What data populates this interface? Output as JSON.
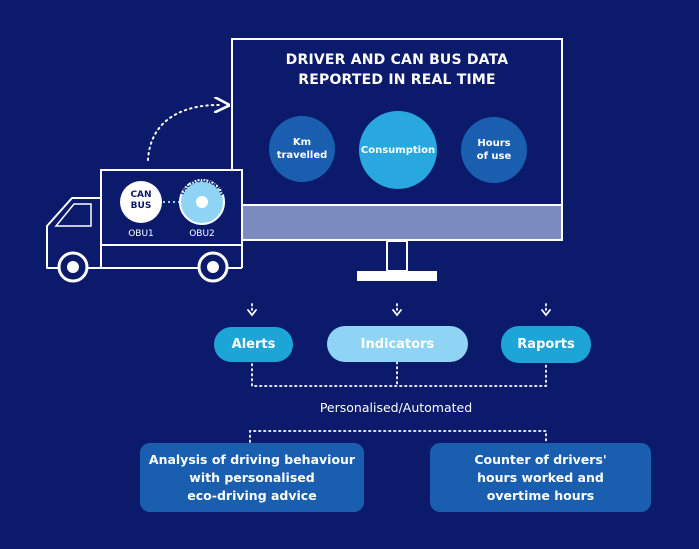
{
  "monitor": {
    "title_line1": "DRIVER AND CAN BUS DATA",
    "title_line2": "REPORTED IN REAL TIME",
    "km_line1": "Km",
    "km_line2": "travelled",
    "consumption": "Consumption",
    "hours_line1": "Hours",
    "hours_line2": "of use"
  },
  "truck": {
    "can_line1": "CAN",
    "can_line2": "BUS",
    "tachograph": "TACHOGRAPH",
    "obu1": "OBU1",
    "obu2": "OBU2"
  },
  "outputs": {
    "alerts": "Alerts",
    "indicators": "Indicators",
    "raports": "Raports"
  },
  "mode_label": "Personalised/Automated",
  "results": {
    "left_line1": "Analysis of driving behaviour",
    "left_line2": "with personalised",
    "left_line3": "eco-driving advice",
    "right_line1": "Counter of drivers'",
    "right_line2": "hours worked and",
    "right_line3": "overtime hours"
  },
  "colors": {
    "background": "#0b1a6b",
    "circle_dark": "#1a5faf",
    "circle_bright": "#29a8e0",
    "pill_teal": "#1ea5d8",
    "pill_light": "#8fd4f5",
    "box_blue": "#1a5faf",
    "monitor_base": "#7d8cc0"
  }
}
